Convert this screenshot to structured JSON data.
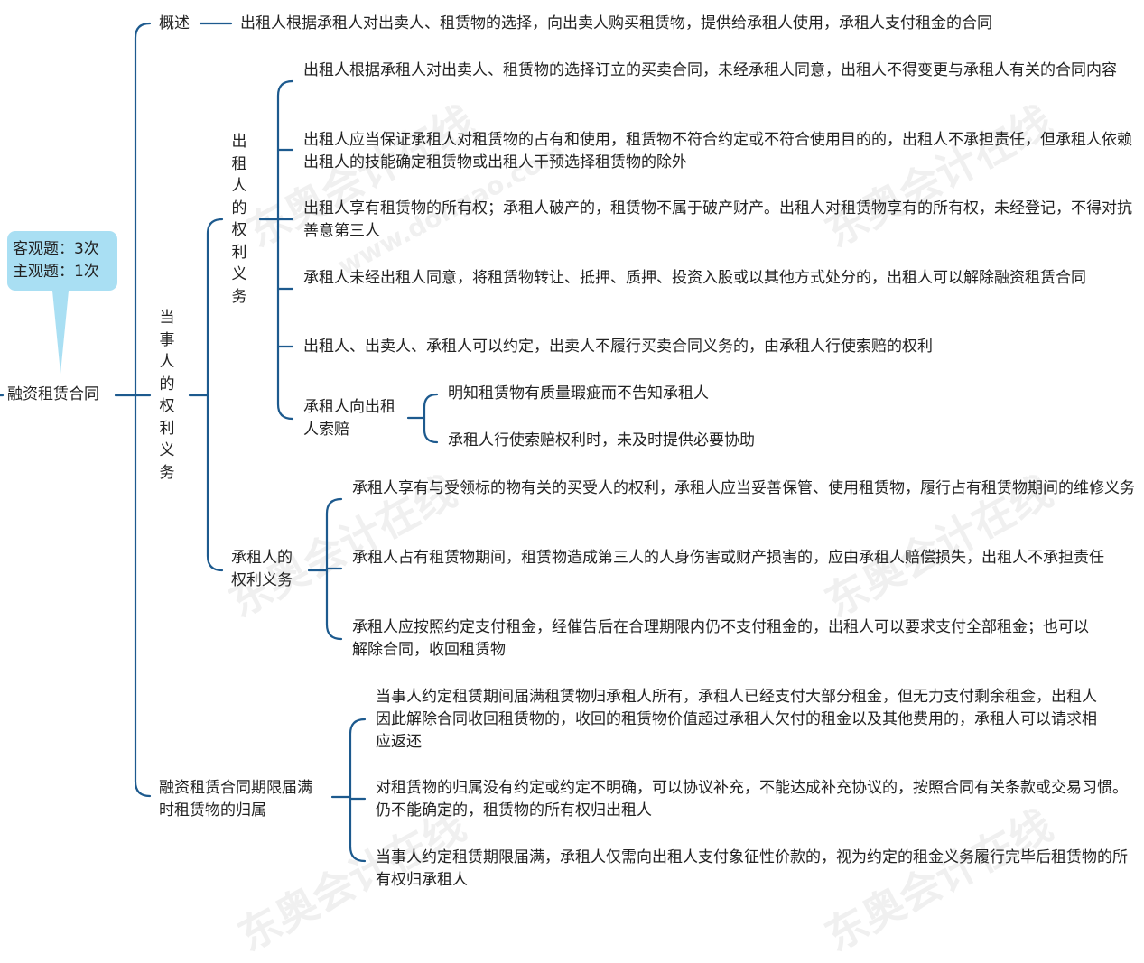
{
  "badge": {
    "line1": "客观题：3次",
    "line2": "主观题：1次"
  },
  "root": {
    "label": "融资租赁合同"
  },
  "overview": {
    "label": "概述",
    "text": "出租人根据承租人对出卖人、租赁物的选择，向出卖人购买租赁物，提供给承租人使用，承租人支付租金的合同"
  },
  "parties": {
    "label": "当事人的权利义务",
    "lessor": {
      "label": "出租人的权利义务",
      "items": [
        "出租人根据承租人对出卖人、租赁物的选择订立的买卖合同，未经承租人同意，出租人不得变更与承租人有关的合同内容",
        "出租人应当保证承租人对租赁物的占有和使用，租赁物不符合约定或不符合使用目的的，出租人不承担责任，但承租人依赖出租人的技能确定租赁物或出租人干预选择租赁物的除外",
        "出租人享有租赁物的所有权；承租人破产的，租赁物不属于破产财产。出租人对租赁物享有的所有权，未经登记，不得对抗善意第三人",
        "承租人未经出租人同意，将租赁物转让、抵押、质押、投资入股或以其他方式处分的，出租人可以解除融资租赁合同",
        "出租人、出卖人、承租人可以约定，出卖人不履行买卖合同义务的，由承租人行使索赔的权利"
      ],
      "claim": {
        "label": "承租人向出租人索赔",
        "items": [
          "明知租赁物有质量瑕疵而不告知承租人",
          "承租人行使索赔权利时，未及时提供必要协助"
        ]
      }
    },
    "lessee": {
      "label": "承租人的权利义务",
      "items": [
        "承租人享有与受领标的物有关的买受人的权利，承租人应当妥善保管、使用租赁物，履行占有租赁物期间的维修义务",
        "承租人占有租赁物期间，租赁物造成第三人的人身伤害或财产损害的，应由承租人赔偿损失，出租人不承担责任",
        "承租人应按照约定支付租金，经催告后在合理期限内仍不支付租金的，出租人可以要求支付全部租金；也可以解除合同，收回租赁物"
      ]
    }
  },
  "ownership": {
    "label": "融资租赁合同期限届满时租赁物的归属",
    "items": [
      "当事人约定租赁期间届满租赁物归承租人所有，承租人已经支付大部分租金，但无力支付剩余租金，出租人因此解除合同收回租赁物的，收回的租赁物价值超过承租人欠付的租金以及其他费用的，承租人可以请求相应返还",
      "对租赁物的归属没有约定或约定不明确，可以协议补充，不能达成补充协议的，按照合同有关条款或交易习惯。仍不能确定的，租赁物的所有权归出租人",
      "当事人约定租赁期限届满，承租人仅需向出租人支付象征性价款的，视为约定的租金义务履行完毕后租赁物的所有权归承租人"
    ]
  },
  "watermark": {
    "brand": "东奥会计在线",
    "url": "www.dongao.com"
  },
  "colors": {
    "line": "#1d5a8e",
    "badge": "#a9dff3",
    "text": "#222222"
  }
}
